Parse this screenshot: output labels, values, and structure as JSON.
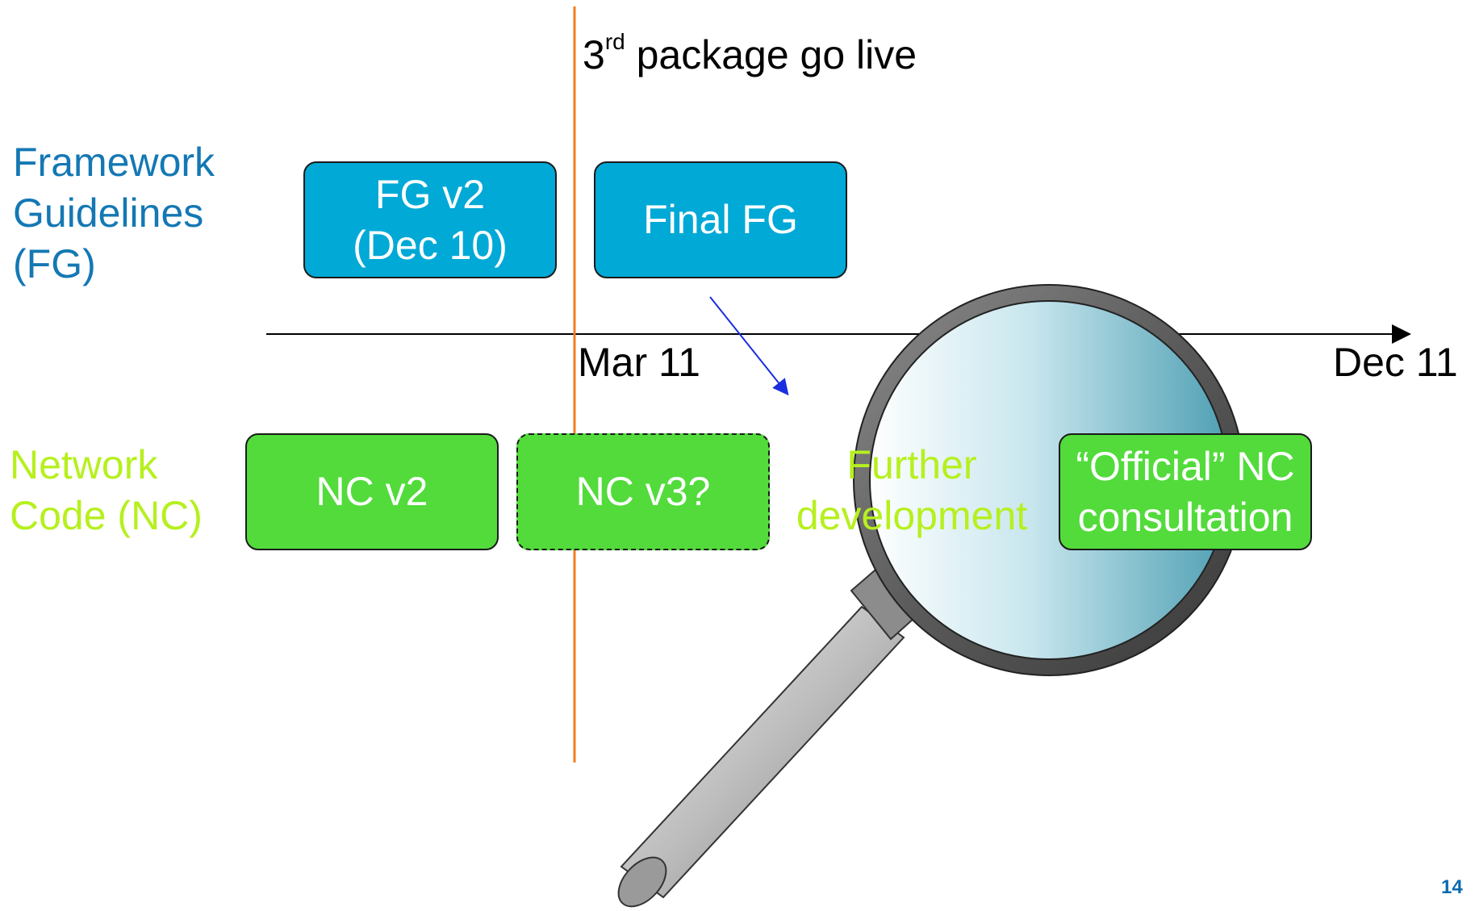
{
  "title": {
    "prefix": "3",
    "sup": "rd",
    "rest": " package go live"
  },
  "rows": {
    "fg": {
      "line1": "Framework",
      "line2": "Guidelines",
      "line3": "(FG)"
    },
    "nc": {
      "line1": "Network",
      "line2": "Code (NC)"
    }
  },
  "boxes": {
    "fg_v2": {
      "line1": "FG v2",
      "line2": "(Dec 10)"
    },
    "final_fg": {
      "label": "Final FG"
    },
    "nc_v2": {
      "label": "NC v2"
    },
    "nc_v3": {
      "label": "NC v3?"
    },
    "official": {
      "line1": "“Official” NC",
      "line2": "consultation"
    }
  },
  "further": {
    "line1": "Further",
    "line2": "development"
  },
  "timeline": {
    "start_label": "Mar 11",
    "end_label": "Dec 11"
  },
  "page_number": "14",
  "colors": {
    "fg_text": "#1478b4",
    "nc_text": "#b6f01e",
    "fg_box": "#00a9d6",
    "nc_box": "#52db3b",
    "go_live_line": "#f07e26",
    "arrow": "#1a2ee0"
  }
}
